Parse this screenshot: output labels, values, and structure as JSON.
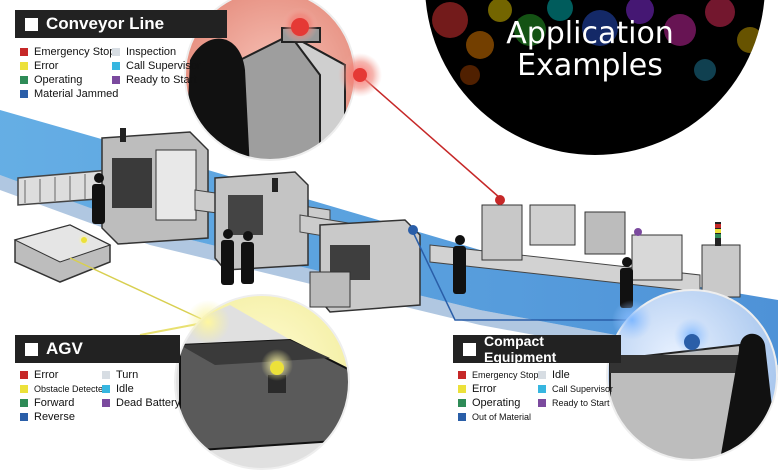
{
  "conveyor": {
    "title": "Conveyor Line",
    "legend": [
      {
        "label": "Emergency Stop",
        "color": "#c62828"
      },
      {
        "label": "Error",
        "color": "#ece13a"
      },
      {
        "label": "Operating",
        "color": "#2e8b57"
      },
      {
        "label": "Material Jammed",
        "color": "#2a5ea8"
      },
      {
        "label": "Inspection",
        "color": "#d7dde3"
      },
      {
        "label": "Call Supervisor",
        "color": "#37b6e0"
      },
      {
        "label": "Ready to Start",
        "color": "#7b4a9e"
      }
    ]
  },
  "agv": {
    "title": "AGV",
    "legend": [
      {
        "label": "Error",
        "color": "#c62828"
      },
      {
        "label": "Obstacle Detected",
        "color": "#ece13a"
      },
      {
        "label": "Forward",
        "color": "#2e8b57"
      },
      {
        "label": "Reverse",
        "color": "#2a5ea8"
      },
      {
        "label": "Turn",
        "color": "#d7dde3"
      },
      {
        "label": "Idle",
        "color": "#37b6e0"
      },
      {
        "label": "Dead Battery",
        "color": "#7b4a9e"
      }
    ]
  },
  "compact": {
    "title": "Compact Equipment",
    "legend": [
      {
        "label": "Emergency Stop",
        "color": "#c62828"
      },
      {
        "label": "Error",
        "color": "#ece13a"
      },
      {
        "label": "Operating",
        "color": "#2e8b57"
      },
      {
        "label": "Out of Material",
        "color": "#2a5ea8"
      },
      {
        "label": "Idle",
        "color": "#d7dde3"
      },
      {
        "label": "Call Supervisor",
        "color": "#37b6e0"
      },
      {
        "label": "Ready to Start",
        "color": "#7b4a9e"
      }
    ]
  },
  "application": {
    "line1": "Application",
    "line2": "Examples"
  }
}
